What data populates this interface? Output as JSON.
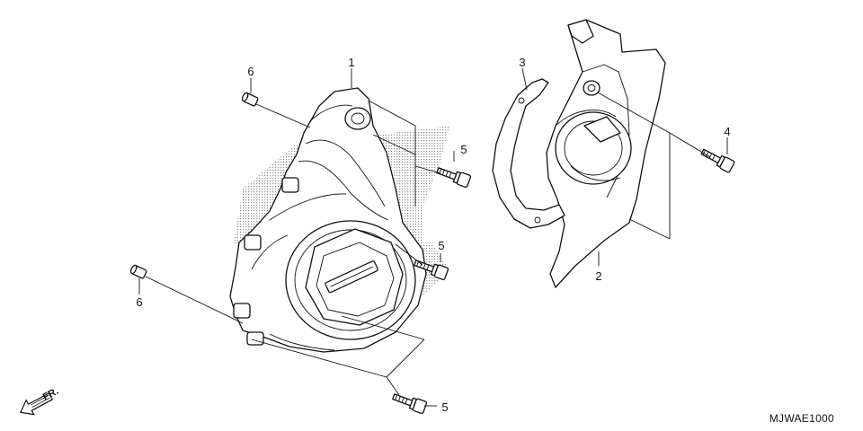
{
  "diagram": {
    "callouts": {
      "part1": "1",
      "part2": "2",
      "part3": "3",
      "part4": "4",
      "bolt_upper": "5",
      "bolt_middle": "5",
      "bolt_lower": "5",
      "dowel_upper": "6",
      "dowel_lower": "6"
    },
    "direction_label": "FR.",
    "diagram_code": "MJWAE1000"
  },
  "colors": {
    "line": "#111111",
    "background": "#ffffff",
    "engine_shading": "#9a9a9a"
  }
}
